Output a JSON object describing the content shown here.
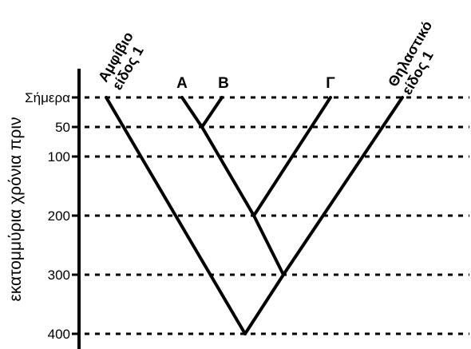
{
  "axis": {
    "title": "εκατομμύρια χρόνια πριν",
    "ticks": [
      {
        "label": "Σήμερα",
        "value": 0
      },
      {
        "label": "50",
        "value": 50
      },
      {
        "label": "100",
        "value": 100
      },
      {
        "label": "200",
        "value": 200
      },
      {
        "label": "300",
        "value": 300
      },
      {
        "label": "400",
        "value": 400
      }
    ]
  },
  "taxa": {
    "amphibian_line1": "Αμφίβιο",
    "amphibian_line2": "είδος 1",
    "mammal_line1": "Θηλαστικό",
    "mammal_line2": "είδος 1",
    "a": "Α",
    "b": "Β",
    "g": "Γ"
  },
  "tree": {
    "leaves": [
      {
        "id": "amph",
        "label": "Αμφίβιο είδος 1",
        "time": 0
      },
      {
        "id": "A",
        "label": "Α",
        "time": 0
      },
      {
        "id": "B",
        "label": "Β",
        "time": 0
      },
      {
        "id": "G",
        "label": "Γ",
        "time": 0
      },
      {
        "id": "mam",
        "label": "Θηλαστικό είδος 1",
        "time": 0
      }
    ],
    "nodes": [
      {
        "id": "n400",
        "time": 400,
        "children": [
          "amph",
          "n300"
        ]
      },
      {
        "id": "n300",
        "time": 300,
        "children": [
          "n200",
          "mam"
        ]
      },
      {
        "id": "n200",
        "time": 200,
        "children": [
          "n50",
          "G"
        ]
      },
      {
        "id": "n50",
        "time": 50,
        "children": [
          "A",
          "B"
        ]
      }
    ]
  }
}
